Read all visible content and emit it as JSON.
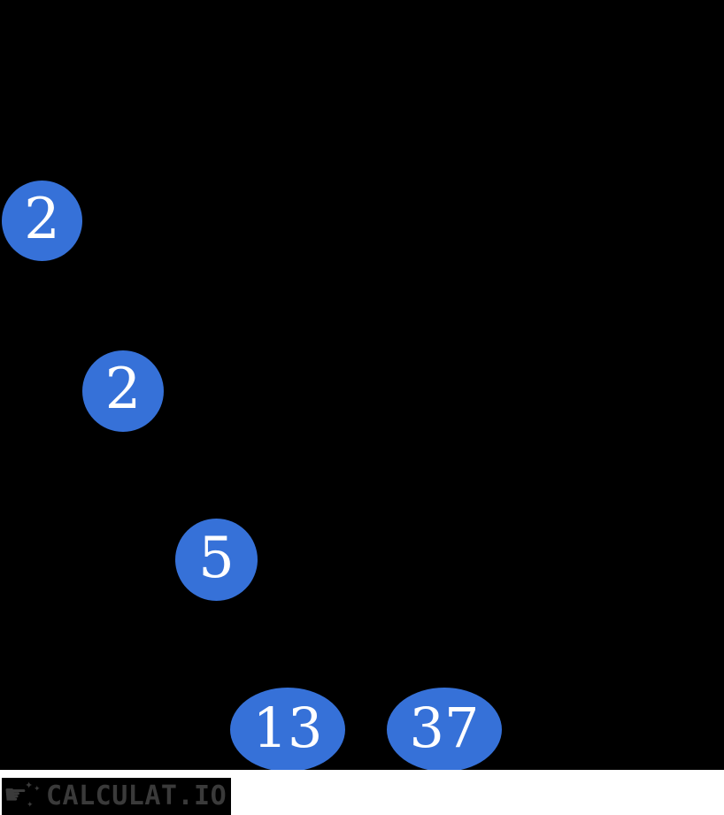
{
  "canvas": {
    "background": "#000000",
    "footer_band_color": "#ffffff"
  },
  "factor_tree": {
    "description": "Prime factor tree with visible prime leaf nodes",
    "node_fill": "#3671D8",
    "node_text_color": "#ffffff",
    "nodes": [
      {
        "value": "2"
      },
      {
        "value": "2"
      },
      {
        "value": "5"
      },
      {
        "value": "13"
      },
      {
        "value": "37"
      }
    ]
  },
  "branding": {
    "logo_text": "CALCULAT.IO",
    "logo_color": "#3a3a3a",
    "logo_bg": "#000000",
    "hand_glyph": "☛",
    "sparkle_glyph": "✦"
  }
}
